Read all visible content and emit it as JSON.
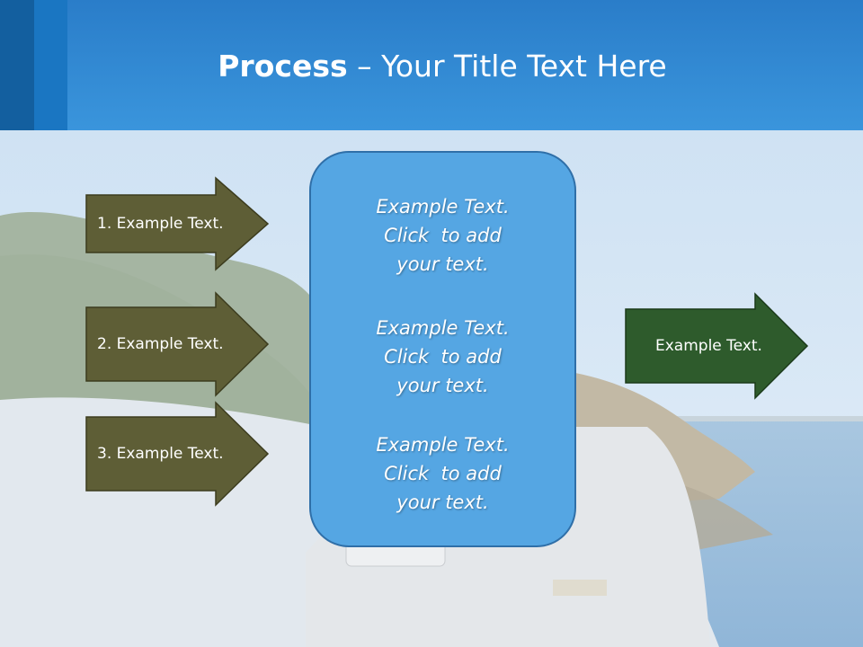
{
  "slide": {
    "title_bold": "Process",
    "title_rest": " – Your Title Text Here"
  },
  "left_arrows": [
    {
      "label": "1. Example Text."
    },
    {
      "label": "2. Example Text."
    },
    {
      "label": "3. Example Text."
    }
  ],
  "center_box": {
    "paragraphs": [
      {
        "lines": [
          "Example Text.",
          "Click  to add",
          "your text."
        ]
      },
      {
        "lines": [
          "Example Text.",
          "Click  to add",
          "your text."
        ]
      },
      {
        "lines": [
          "Example Text.",
          "Click  to add",
          "your text."
        ]
      }
    ]
  },
  "right_arrow": {
    "label": "Example Text."
  },
  "colors": {
    "header_blue": "#3a95dc",
    "olive_arrow": "#5e5e36",
    "green_arrow": "#2e5b2c",
    "center_box": "#55a6e3"
  }
}
